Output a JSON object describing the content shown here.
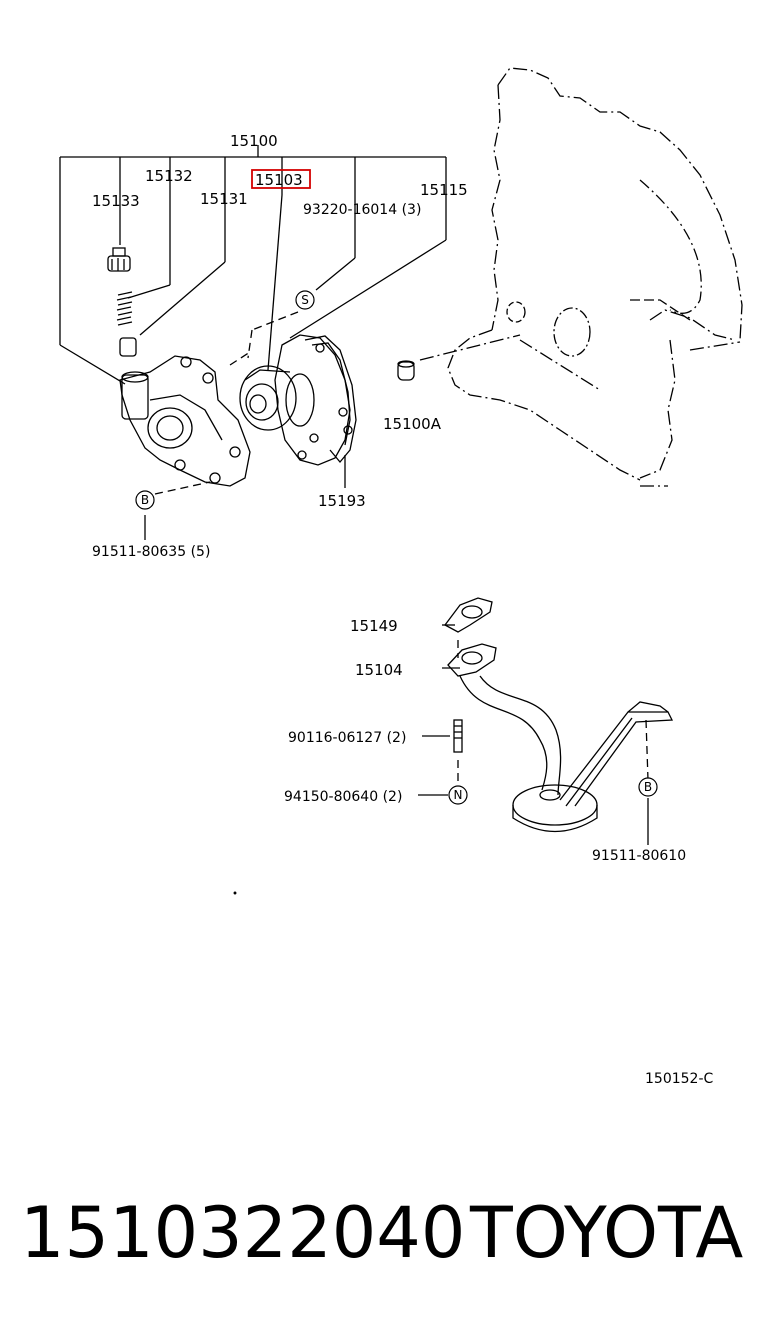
{
  "diagram": {
    "labels": {
      "assembly": "15100",
      "p15132": "15132",
      "p15133": "15133",
      "p15131": "15131",
      "highlighted": "15103",
      "p15115": "15115",
      "p93220": "93220-16014 (3)",
      "p15100A": "15100A",
      "p15193": "15193",
      "p91511a": "91511-80635 (5)",
      "p15149": "15149",
      "p15104": "15104",
      "p90116": "90116-06127 (2)",
      "p94150": "94150-80640 (2)",
      "p91511b": "91511-80610",
      "ref": "150152-C"
    },
    "markers": {
      "s": "S",
      "b": "B",
      "n": "N"
    },
    "highlight_color": "#d40000"
  },
  "footer": {
    "part_number": "1510322040",
    "brand": "TOYOTA"
  }
}
